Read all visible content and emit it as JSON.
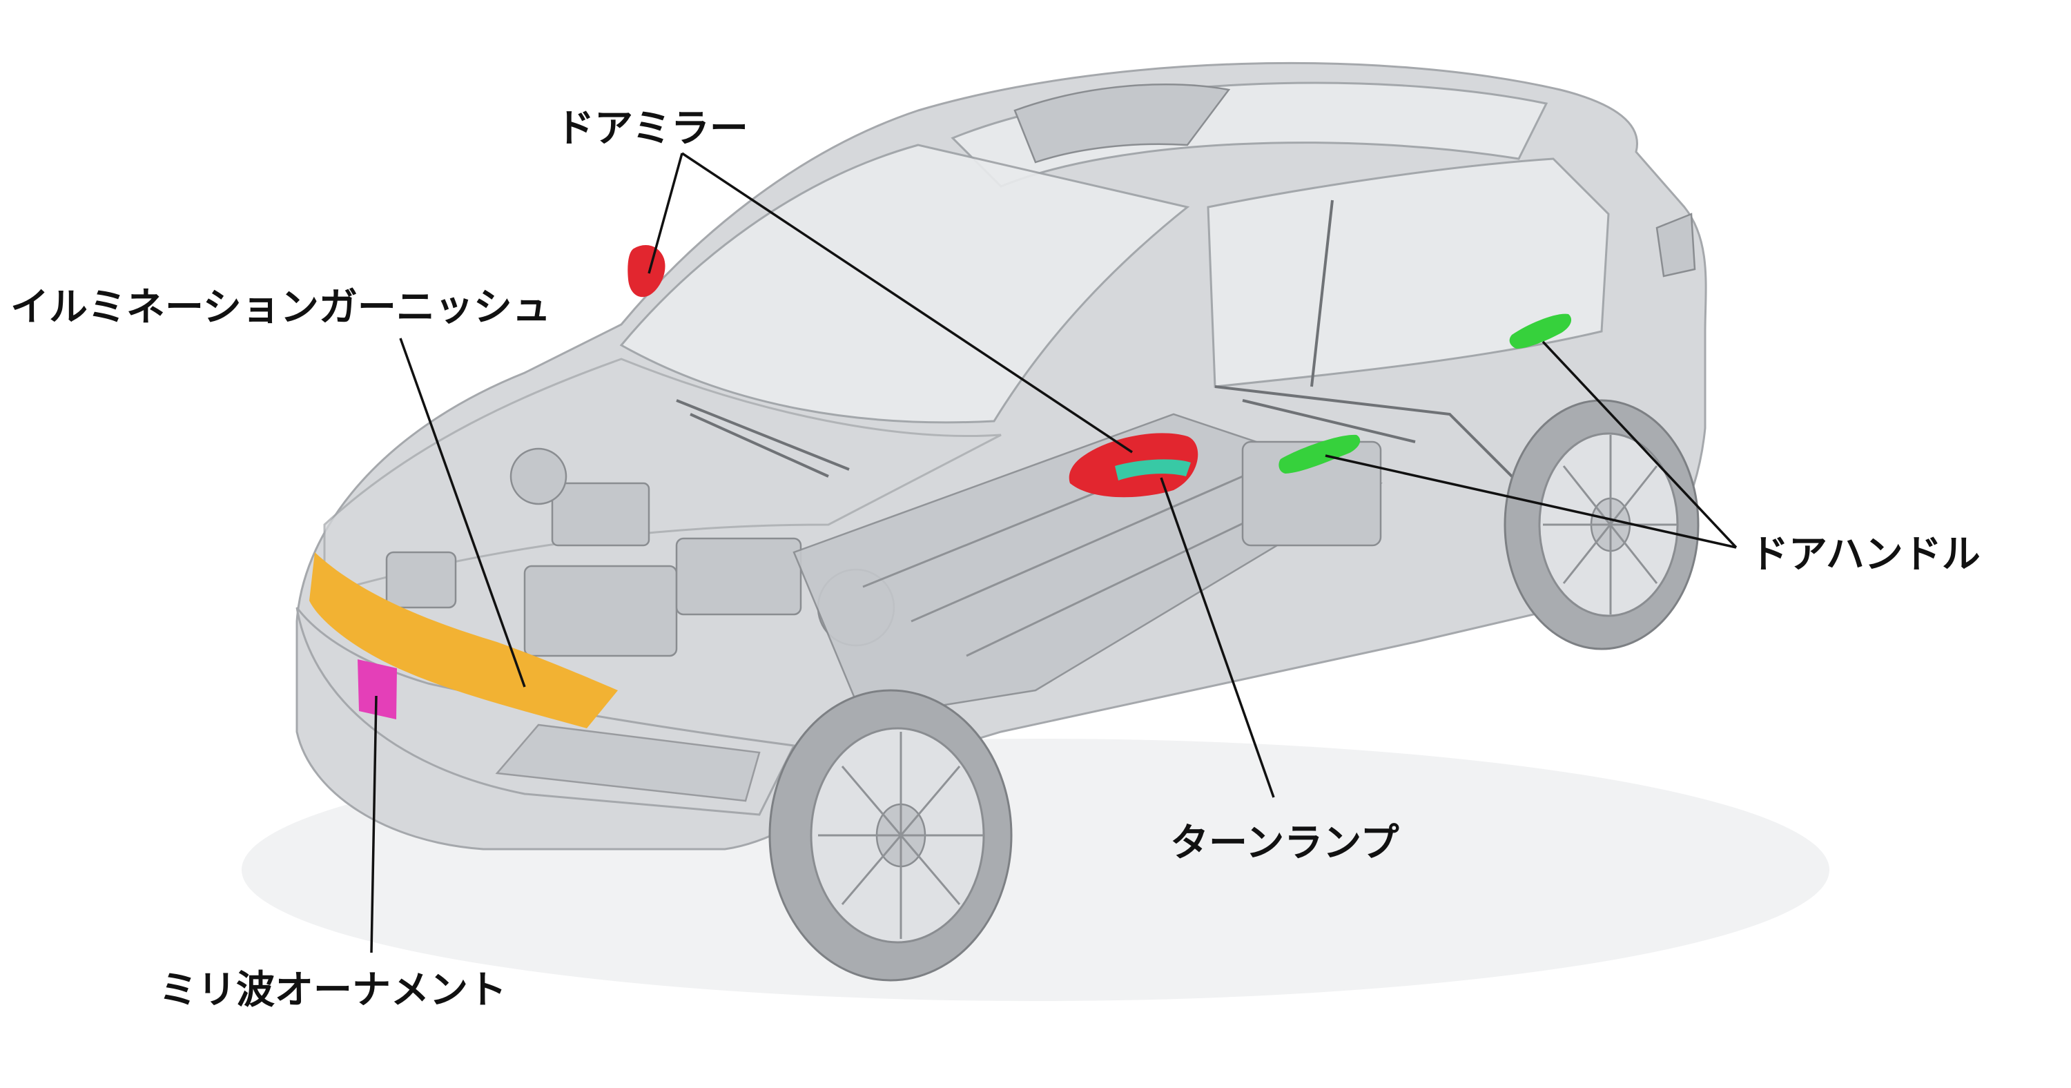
{
  "labels": {
    "door_mirror": "ドアミラー",
    "illumination_garnish": "イルミネーションガーニッシュ",
    "door_handle": "ドアハンドル",
    "turn_lamp": "ターンランプ",
    "mmwave_ornament": "ミリ波オーナメント"
  },
  "colors": {
    "door_mirror": "#e2262f",
    "turn_lamp_body": "#e2262f",
    "turn_lamp_strip": "#38c9a5",
    "door_handle": "#36d13c",
    "illumination_garnish": "#f2b233",
    "mmwave_ornament": "#e43fb8",
    "leader_line": "#111111",
    "car_body": "#d6d8db"
  }
}
